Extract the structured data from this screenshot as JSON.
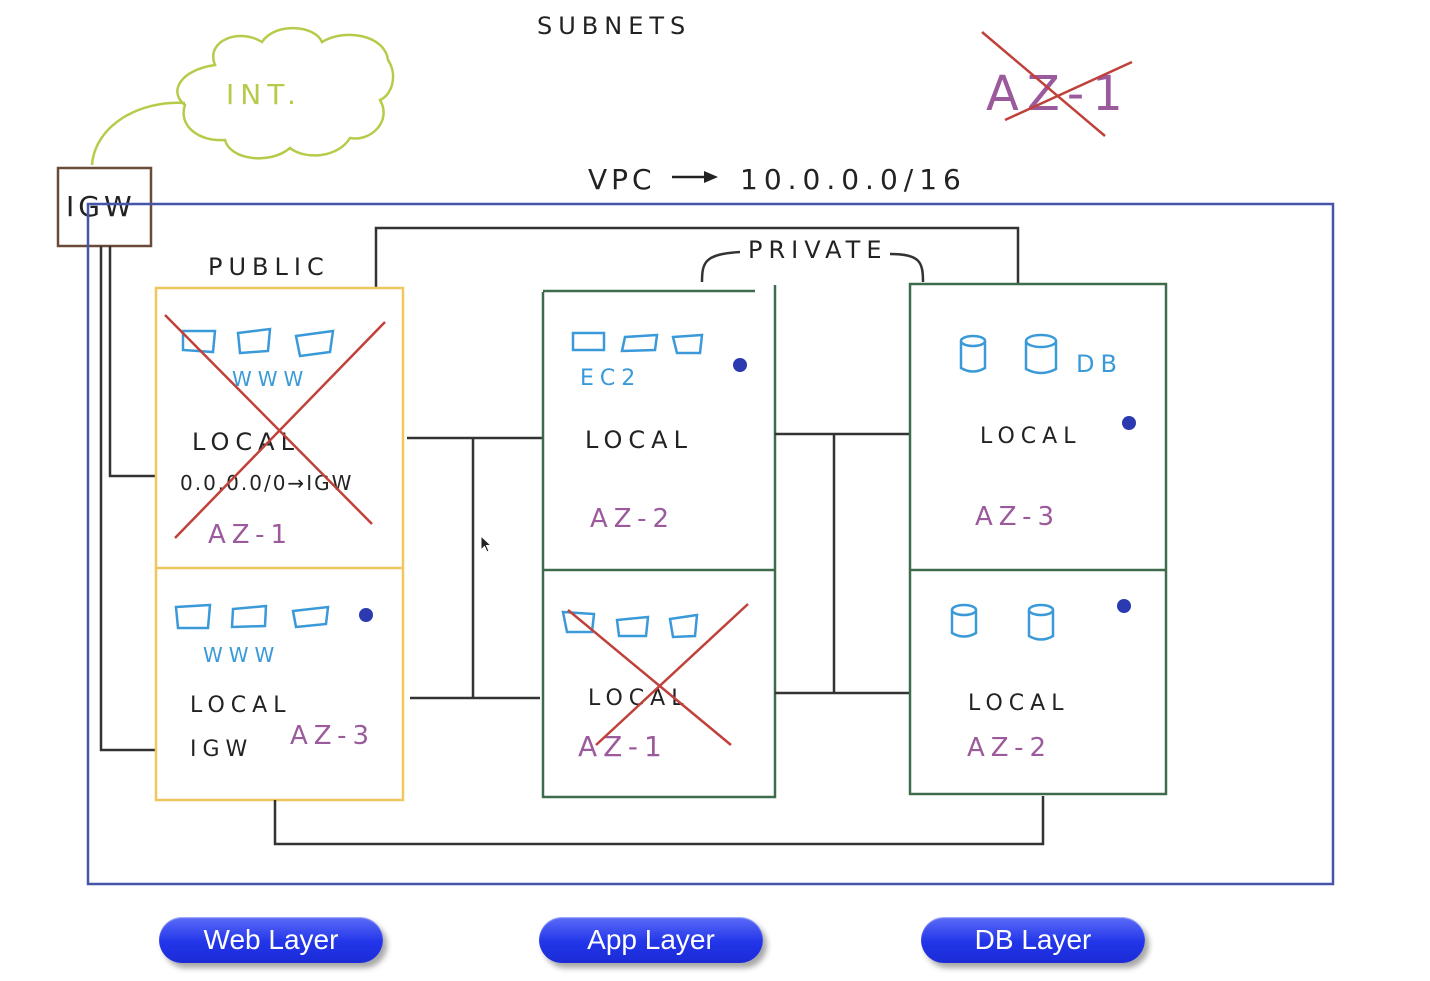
{
  "title": "SUBNETS",
  "internet": {
    "label": "INT."
  },
  "igw": {
    "label": "IGW"
  },
  "vpc": {
    "label": "VPC",
    "cidr": "10.0.0.0/16"
  },
  "crossed_az": "AZ-1",
  "public_label": "PUBLIC",
  "private_label": "PRIVATE",
  "subnets": {
    "web_top": {
      "app": "WWW",
      "route_local": "LOCAL",
      "route_default": "0.0.0.0/0→IGW",
      "az": "AZ-1",
      "crossed_out": true
    },
    "web_bottom": {
      "app": "WWW",
      "route_local": "LOCAL",
      "route_default": "IGW",
      "az": "AZ-3"
    },
    "app_top": {
      "app": "EC2",
      "route_local": "LOCAL",
      "az": "AZ-2"
    },
    "app_bottom": {
      "route_local": "LOCAL",
      "az": "AZ-1",
      "crossed_out": true
    },
    "db_top": {
      "app": "DB",
      "route_local": "LOCAL",
      "az": "AZ-3"
    },
    "db_bottom": {
      "route_local": "LOCAL",
      "az": "AZ-2"
    }
  },
  "buttons": {
    "web": "Web Layer",
    "app": "App Layer",
    "db": "DB Layer"
  },
  "colors": {
    "internet": "#b5cc4a",
    "igw": "#6b4a3a",
    "vpc": "#4455aa",
    "public": "#f0c75a",
    "private": "#3e6b4c",
    "resource": "#3a9ad9",
    "az": "#9b5a9b",
    "cross": "#c0403a",
    "dot": "#2b3ab0",
    "ink": "#222222"
  }
}
